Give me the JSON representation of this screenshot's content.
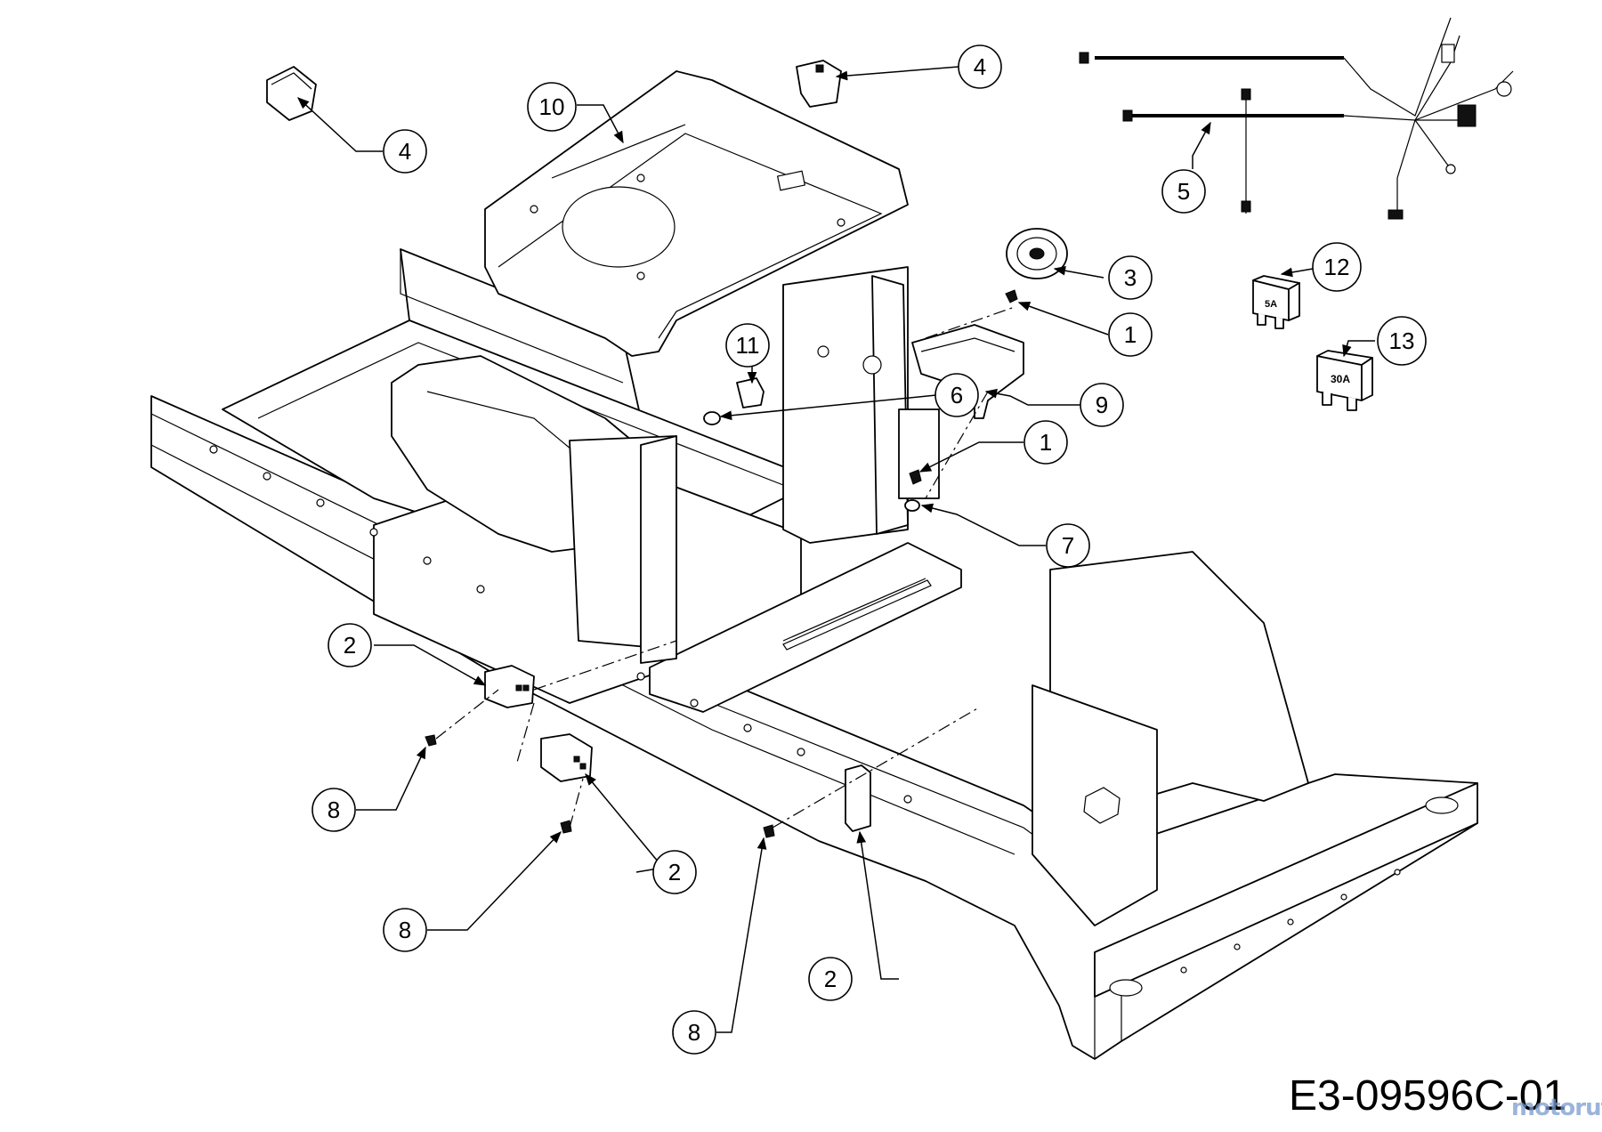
{
  "drawing_code": "E3-09596C-01",
  "watermark": "motoruf",
  "callouts": [
    {
      "id": "c1a",
      "label": "1"
    },
    {
      "id": "c1b",
      "label": "1"
    },
    {
      "id": "c2a",
      "label": "2"
    },
    {
      "id": "c2b",
      "label": "2"
    },
    {
      "id": "c2c",
      "label": "2"
    },
    {
      "id": "c3",
      "label": "3"
    },
    {
      "id": "c4a",
      "label": "4"
    },
    {
      "id": "c4b",
      "label": "4"
    },
    {
      "id": "c5",
      "label": "5"
    },
    {
      "id": "c6",
      "label": "6"
    },
    {
      "id": "c7",
      "label": "7"
    },
    {
      "id": "c8a",
      "label": "8"
    },
    {
      "id": "c8b",
      "label": "8"
    },
    {
      "id": "c8c",
      "label": "8"
    },
    {
      "id": "c9",
      "label": "9"
    },
    {
      "id": "c10",
      "label": "10"
    },
    {
      "id": "c11",
      "label": "11"
    },
    {
      "id": "c12",
      "label": "12"
    },
    {
      "id": "c13",
      "label": "13"
    }
  ],
  "fuse_labels": {
    "fuse_5a": "5A",
    "fuse_30a": "30A"
  }
}
